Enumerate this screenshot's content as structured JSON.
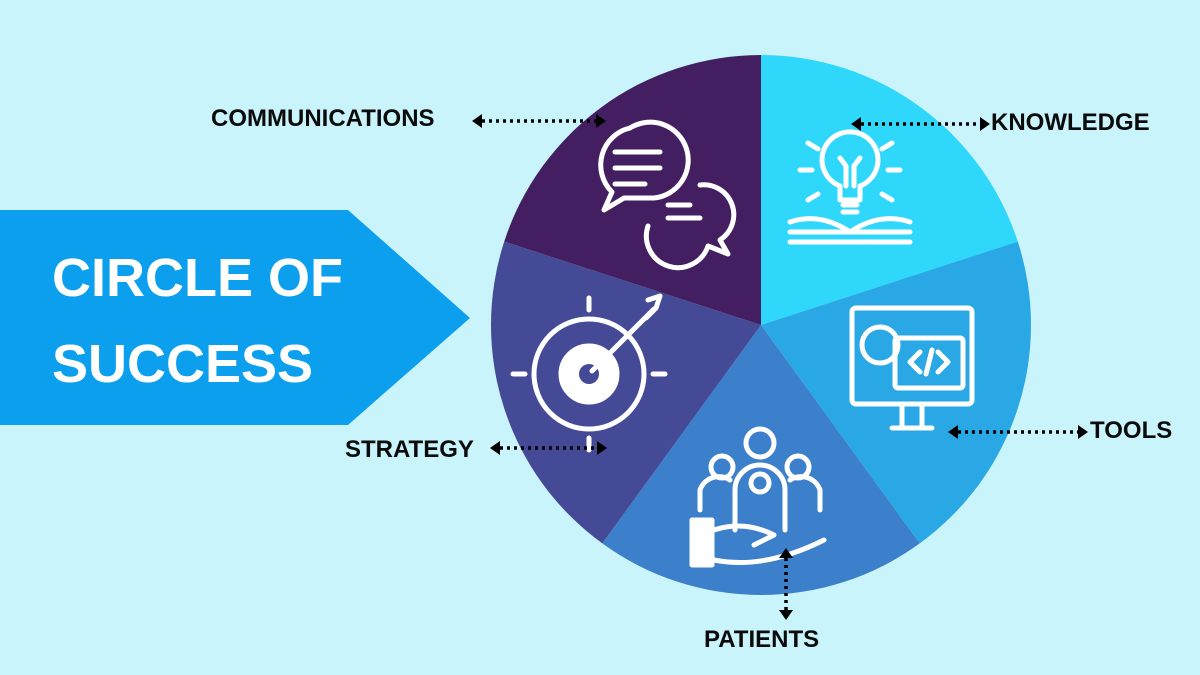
{
  "title": {
    "line1": "CIRCLE OF",
    "line2": "SUCCESS"
  },
  "colors": {
    "background": "#c9f4fb",
    "banner": "#0b9fee",
    "segments": [
      "#2fd8fb",
      "#29a8e5",
      "#3c7fcb",
      "#454a96",
      "#431f62"
    ]
  },
  "segments": [
    {
      "label": "KNOWLEDGE",
      "icon": "lightbulb-book-icon"
    },
    {
      "label": "TOOLS",
      "icon": "computer-code-gear-icon"
    },
    {
      "label": "PATIENTS",
      "icon": "people-hand-icon"
    },
    {
      "label": "STRATEGY",
      "icon": "target-arrow-icon"
    },
    {
      "label": "COMMUNICATIONS",
      "icon": "chat-bubbles-icon"
    }
  ]
}
